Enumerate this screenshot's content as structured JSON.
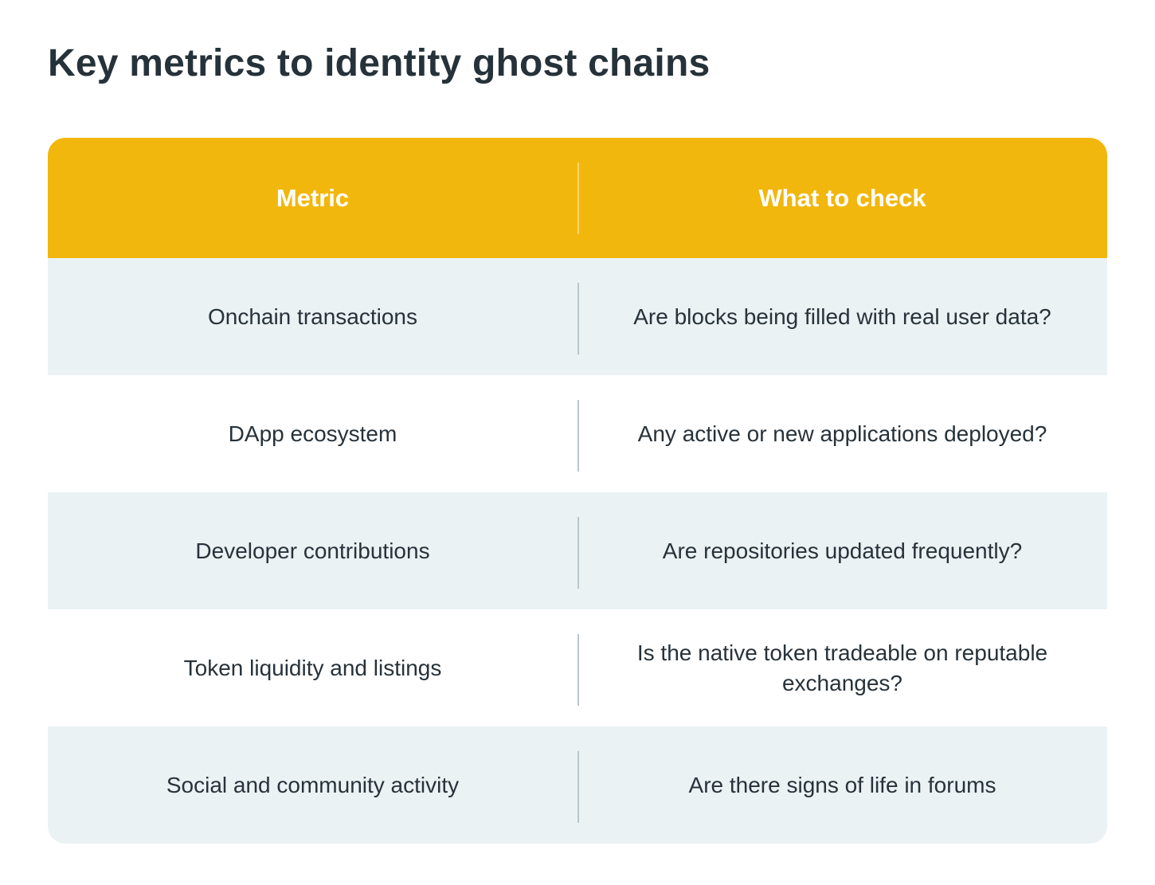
{
  "title": "Key metrics to identity ghost chains",
  "table": {
    "headers": [
      "Metric",
      "What to check"
    ],
    "rows": [
      [
        "Onchain transactions",
        "Are blocks being filled with real user data?"
      ],
      [
        "DApp ecosystem",
        "Any active or new applications deployed?"
      ],
      [
        "Developer contributions",
        "Are repositories updated frequently?"
      ],
      [
        "Token liquidity and listings",
        "Is the native token tradeable on reputable exchanges?"
      ],
      [
        "Social and community activity",
        "Are there signs of life in forums"
      ]
    ]
  },
  "colors": {
    "header": "#f2b70d",
    "shaded_row": "#eaf2f4",
    "text": "#27323a"
  }
}
